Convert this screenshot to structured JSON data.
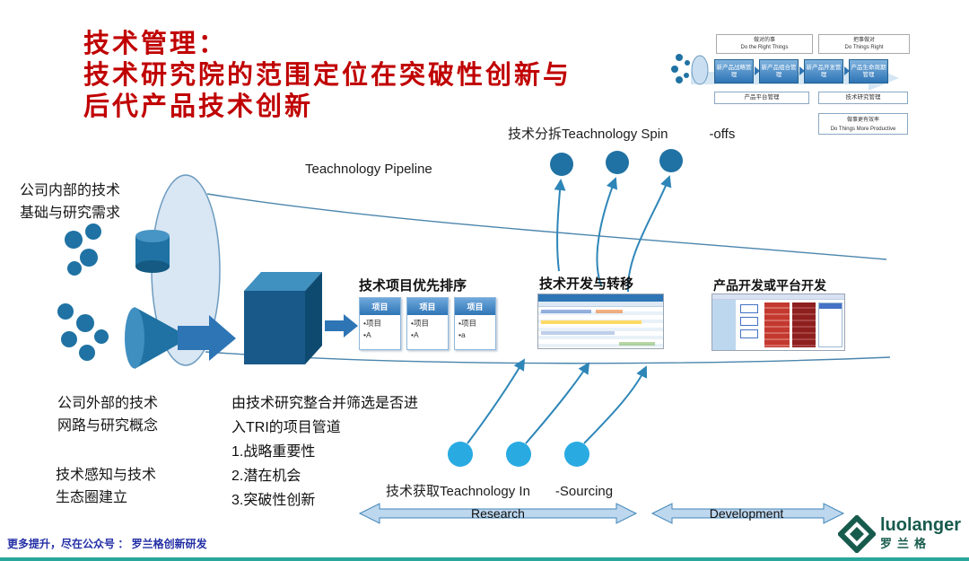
{
  "title": {
    "line1": "技术管理：",
    "line2": "技术研究院的范围定位在突破性创新与",
    "line3": "后代产品技术创新"
  },
  "mini_diagram": {
    "group_left_cn": "做对的事",
    "group_left_en": "Do the Right Things",
    "group_right_cn": "把事做对",
    "group_right_en": "Do Things Right",
    "boxes": [
      "新产品战略管理",
      "新产品组合管理",
      "新产品开发管理",
      "产品生命周期管理"
    ],
    "platform_label": "产品平台管理",
    "tri_label": "技术研究管理",
    "productive_cn": "做事更有效率",
    "productive_en": "Do Things More Productive"
  },
  "pipeline": {
    "label": "Teachnology Pipeline",
    "spin_off_cn": "技术分拆",
    "spin_off_en": "Teachnology Spin",
    "spin_off_suffix": "-offs",
    "in_sourcing_cn": "技术获取",
    "in_sourcing_en": "Teachnology In",
    "in_sourcing_suffix": "-Sourcing"
  },
  "left_labels": {
    "internal": "公司内部的技术\n基础与研究需求",
    "external": "公司外部的技术\n网路与研究概念",
    "sensing": "技术感知与技术\n生态圈建立"
  },
  "priority": {
    "title": "技术项目优先排序",
    "cards": [
      {
        "header": "项目",
        "line1": "•项目",
        "line2": "•A"
      },
      {
        "header": "项目",
        "line1": "•项目",
        "line2": "•A"
      },
      {
        "header": "项目",
        "line1": "•项目",
        "line2": "•a"
      }
    ]
  },
  "sections": {
    "dev_transfer": "技术开发与转移",
    "product_dev": "产品开发或平台开发"
  },
  "selection": {
    "text": "由技术研究整合并筛选是否进\n入TRI的项目管道\n1.战略重要性\n2.潜在机会\n3.突破性创新"
  },
  "bottom_axis": {
    "research": "Research",
    "development": "Development"
  },
  "footer": {
    "promo": "更多提升，尽在公众号 ： 罗兰格创新研发",
    "logo_name": "luolanger",
    "logo_cn": "罗兰格"
  },
  "colors": {
    "title_red": "#C00000",
    "pipeline_blue": "#2E75B6",
    "dark_circle": "#1F72A3",
    "light_circle": "#29ABE2",
    "logo_green": "#175B4D",
    "footer_blue": "#2430A6",
    "accent_strip": "#2AA79B"
  }
}
